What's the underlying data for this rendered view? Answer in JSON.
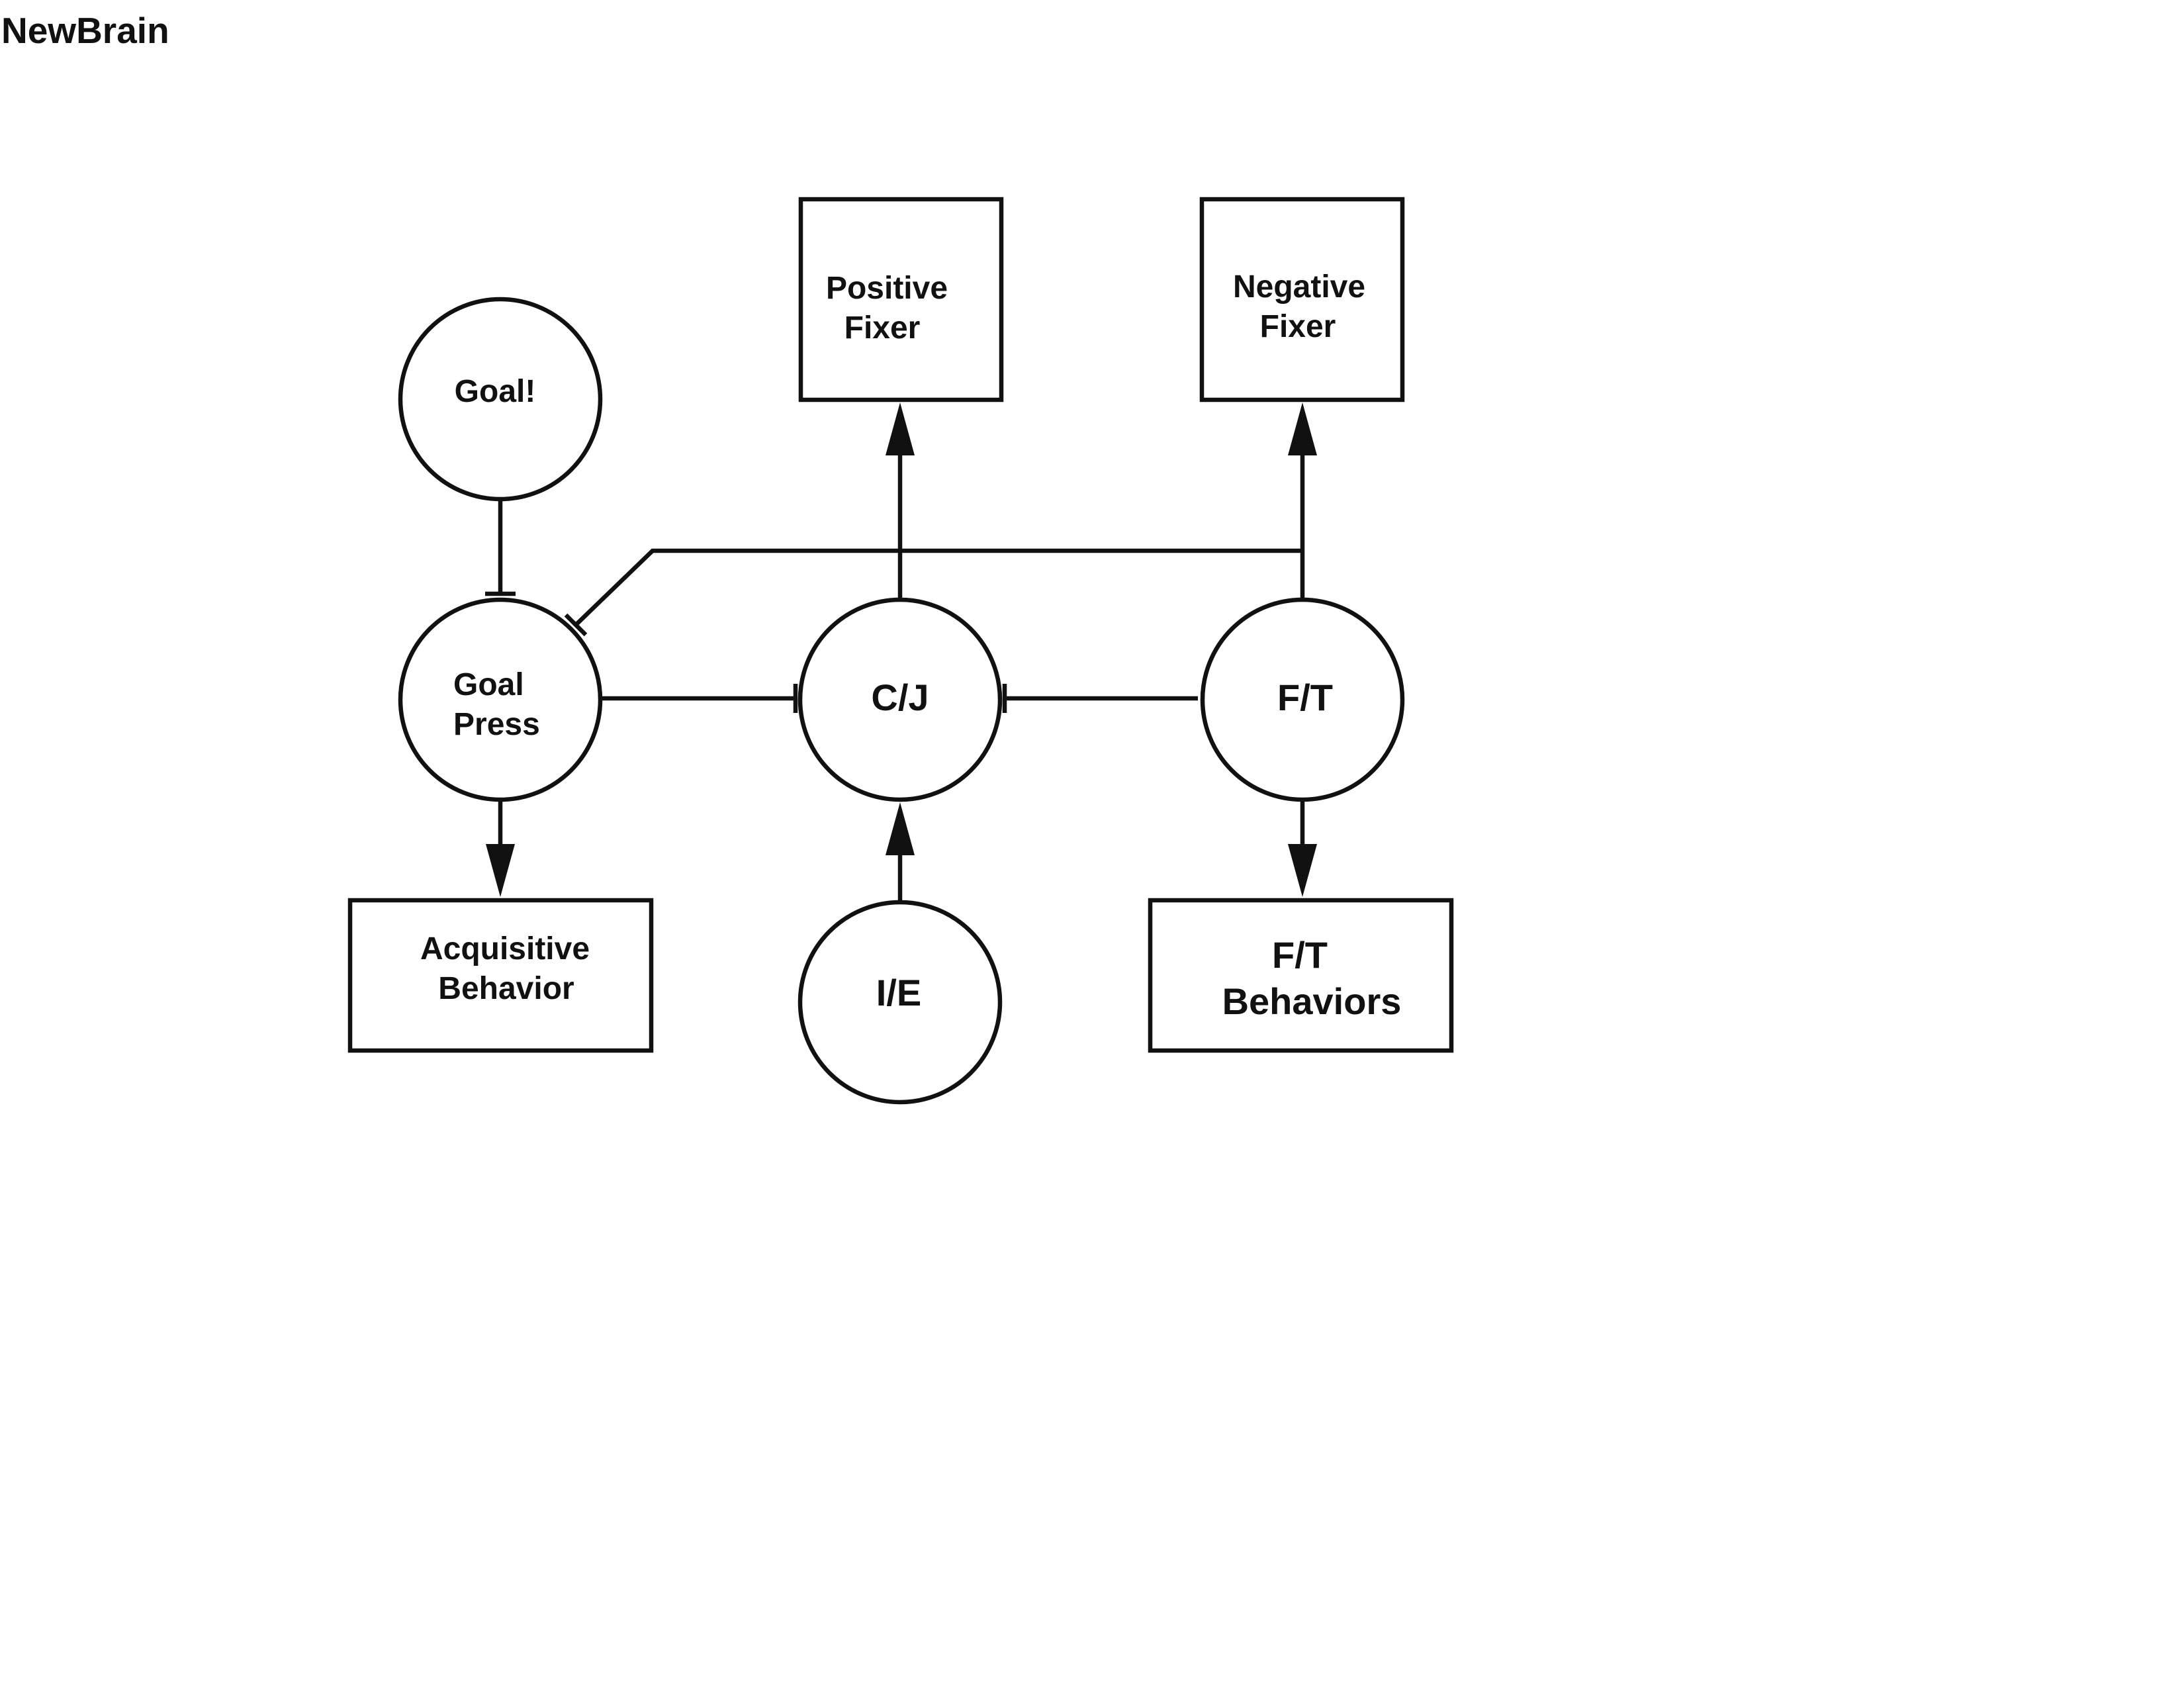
{
  "title": "NewBrain",
  "nodes": {
    "goal": {
      "shape": "circle",
      "lines": [
        "Goal!"
      ]
    },
    "goal_press": {
      "shape": "circle",
      "lines": [
        "Goal",
        "Press"
      ]
    },
    "cj": {
      "shape": "circle",
      "lines": [
        "C/J"
      ]
    },
    "ft": {
      "shape": "circle",
      "lines": [
        "F/T"
      ]
    },
    "ie": {
      "shape": "circle",
      "lines": [
        "I/E"
      ]
    },
    "positive_fixer": {
      "shape": "box",
      "lines": [
        "Positive",
        "Fixer"
      ]
    },
    "negative_fixer": {
      "shape": "box",
      "lines": [
        "Negative",
        "Fixer"
      ]
    },
    "acquisitive_behavior": {
      "shape": "box",
      "lines": [
        "Acquisitive",
        "Behavior"
      ]
    },
    "ft_behaviors": {
      "shape": "box",
      "lines": [
        "F/T",
        "Behaviors"
      ]
    }
  },
  "edges": [
    {
      "from": "goal",
      "to": "goal_press",
      "kind": "inhibit"
    },
    {
      "from": "goal_press",
      "to": "acquisitive_behavior",
      "kind": "excite"
    },
    {
      "from": "goal_press",
      "to": "cj",
      "kind": "inhibit"
    },
    {
      "from": "ft",
      "to": "cj",
      "kind": "inhibit"
    },
    {
      "from": "cj",
      "to": "positive_fixer",
      "kind": "excite"
    },
    {
      "from": "ft",
      "to": "negative_fixer",
      "kind": "excite"
    },
    {
      "from": "ft",
      "to": "goal_press",
      "kind": "inhibit"
    },
    {
      "from": "ie",
      "to": "cj",
      "kind": "excite"
    },
    {
      "from": "ft",
      "to": "ft_behaviors",
      "kind": "excite"
    }
  ],
  "colors": {
    "stroke": "#111111",
    "background": "#ffffff"
  }
}
